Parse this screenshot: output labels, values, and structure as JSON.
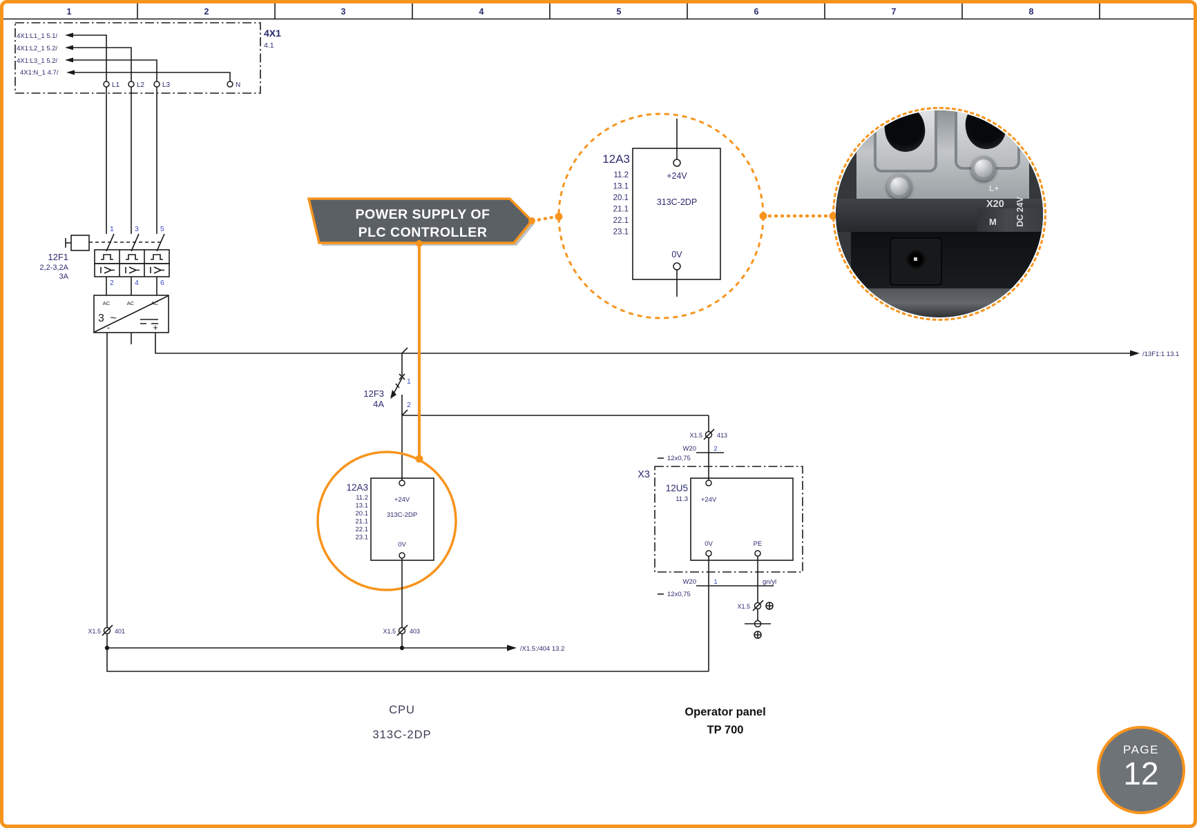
{
  "colors": {
    "accent": "#F7941D",
    "banner_fill": "#5B6065",
    "badge_fill": "#6E7377",
    "ink": "#2B2B6E",
    "line": "#1A1A1A",
    "number_blue": "#3A49C0"
  },
  "ruler": {
    "columns": [
      "1",
      "2",
      "3",
      "4",
      "5",
      "6",
      "7",
      "8"
    ]
  },
  "incoming_connector": {
    "tag": "4X1",
    "sheet_ref": "4.1",
    "feeders": [
      {
        "label": "4X1:L1_1 5.1/",
        "terminal": "L1"
      },
      {
        "label": "4X1:L2_1 5.2/",
        "terminal": "L2"
      },
      {
        "label": "4X1:L3_1 5.2/",
        "terminal": "L3"
      },
      {
        "label": "4X1:N_1 4.7/",
        "terminal": "N"
      }
    ]
  },
  "motor_breaker": {
    "tag": "12F1",
    "range": "2,2-3,2A",
    "setting": "3A",
    "top_terminals": [
      "1",
      "3",
      "5"
    ],
    "bottom_terminals": [
      "2",
      "4",
      "6"
    ]
  },
  "power_supply": {
    "ac_terminals": [
      "AC",
      "AC",
      "AC"
    ],
    "type_label": "3 ~",
    "minus_label": "-",
    "plus_label": "+"
  },
  "buses": {
    "plus24_ref": "/13F1:1 13.1",
    "zero_volt_ref": "/X1.5:/404 13.2"
  },
  "fuse_12f3": {
    "tag": "12F3",
    "rating": "4A",
    "top_terminal": "1",
    "bottom_terminal": "2"
  },
  "callout": {
    "line1": "POWER SUPPLY OF",
    "line2": "PLC CONTROLLER"
  },
  "plc": {
    "tag": "12A3",
    "cross_refs": [
      "11.2",
      "13.1",
      "20.1",
      "21.1",
      "22.1",
      "23.1"
    ],
    "plus_terminal": "+24V",
    "model": "313C-2DP",
    "zero_terminal": "0V"
  },
  "terminals_x15": {
    "t401": {
      "strip": "X1.5",
      "pin": "401"
    },
    "t403": {
      "strip": "X1.5",
      "pin": "403"
    },
    "t413": {
      "strip": "X1.5",
      "pin": "413"
    },
    "t_pe": {
      "strip": "X1.5"
    }
  },
  "cable_w20": {
    "tag": "W20",
    "spec": "12x0,75",
    "core_plus": "2",
    "core_zero": "1",
    "pe_core_color": "gn/yl"
  },
  "operator_panel": {
    "connector_tag": "X3",
    "tag": "12U5",
    "cross_ref": "11.3",
    "plus_terminal": "+24V",
    "zero_terminal": "0V",
    "pe_terminal": "PE"
  },
  "photo": {
    "lplus": "L+",
    "connector": "X20",
    "m": "M",
    "voltage": "DC 24V"
  },
  "captions": {
    "cpu_line1": "CPU",
    "cpu_line2": "313C-2DP",
    "panel_line1": "Operator panel",
    "panel_line2": "TP 700"
  },
  "page_badge": {
    "label": "PAGE",
    "number": "12"
  }
}
